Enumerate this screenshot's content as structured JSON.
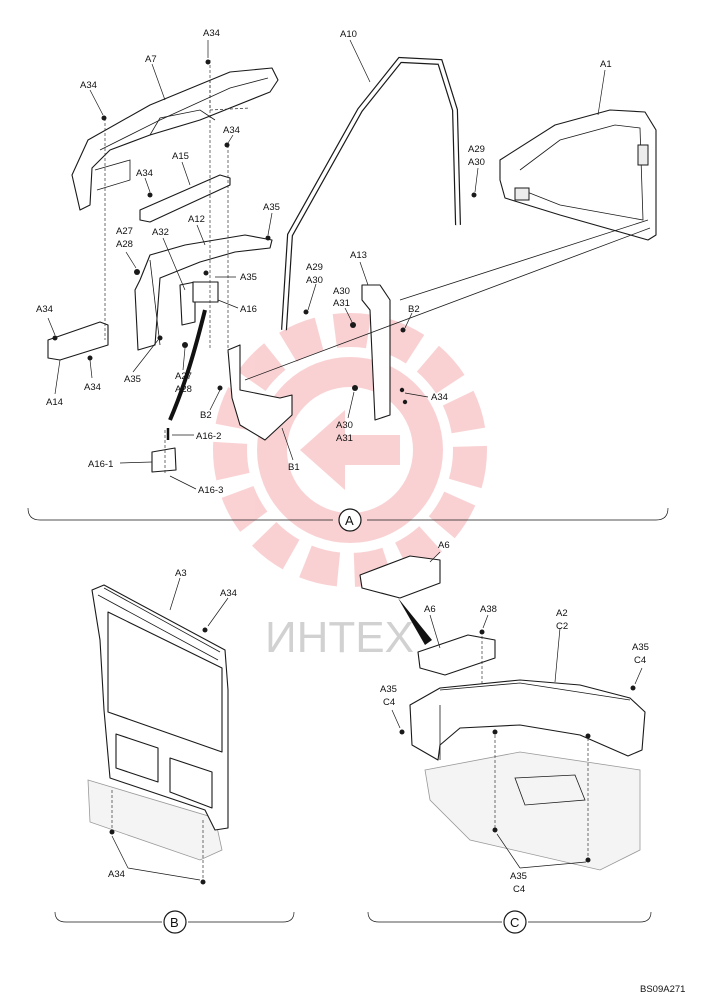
{
  "watermark": {
    "text": "ИНТЕХ",
    "color": "#e8333a"
  },
  "drawing_code": "BS09A271",
  "sections": [
    {
      "id": "A",
      "label": "A"
    },
    {
      "id": "B",
      "label": "B"
    },
    {
      "id": "C",
      "label": "C"
    }
  ],
  "callouts_a": {
    "a34_top": "A34",
    "a7": "A7",
    "a34_left": "A34",
    "a34_mid": "A34",
    "a15": "A15",
    "a34_small": "A34",
    "a10": "A10",
    "a1": "A1",
    "a29": "A29",
    "a30": "A30",
    "a35_top": "A35",
    "a27": "A27",
    "a28": "A28",
    "a32": "A32",
    "a12": "A12",
    "a35_mid": "A35",
    "a16": "A16",
    "a29b": "A29",
    "a30b": "A30",
    "a13": "A13",
    "a30c": "A30",
    "a31": "A31",
    "b2_right": "B2",
    "a34_lower_left": "A34",
    "a34_bottom": "A34",
    "a14": "A14",
    "a35_low": "A35",
    "a27b": "A27",
    "a28b": "A28",
    "b2_left": "B2",
    "a34_right": "A34",
    "a30d": "A30",
    "a31b": "A31",
    "a16_2": "A16-2",
    "b1": "B1",
    "a16_1": "A16-1",
    "a16_3": "A16-3"
  },
  "callouts_b": {
    "a3": "A3",
    "a34_top": "A34",
    "a34_bottom": "A34"
  },
  "callouts_c": {
    "a6_top": "A6",
    "a6_mid": "A6",
    "a38": "A38",
    "a2": "A2",
    "c2": "C2",
    "a35_right": "A35",
    "c4_right": "C4",
    "a35_left": "A35",
    "c4_left": "C4",
    "a35_bottom": "A35",
    "c4_bottom": "C4"
  }
}
